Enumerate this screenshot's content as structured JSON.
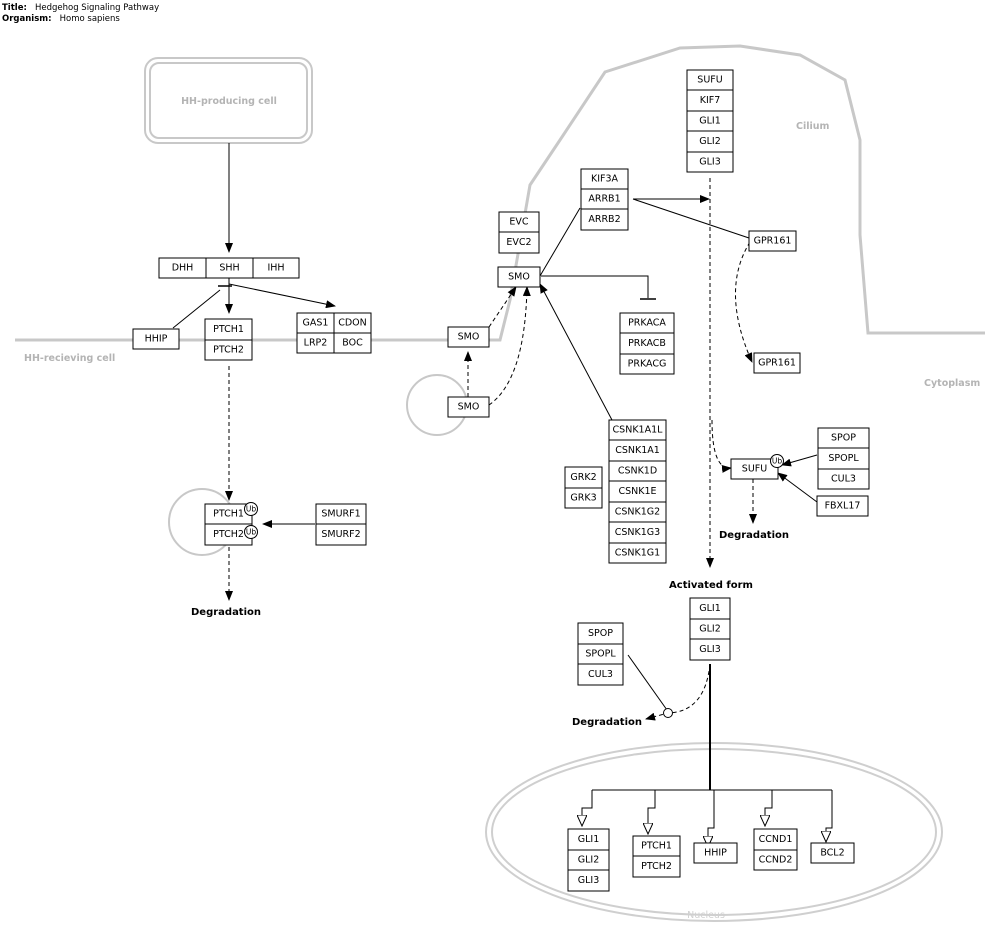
{
  "header": {
    "title_label": "Title:",
    "title_value": "Hedgehog Signaling Pathway",
    "organism_label": "Organism:",
    "organism_value": "Homo sapiens"
  },
  "compartments": {
    "producing_cell": "HH-producing cell",
    "receiving_cell": "HH-recieving cell",
    "cilium": "Cilium",
    "cytoplasm": "Cytoplasm",
    "nucleus": "Nucleus"
  },
  "annotations": {
    "degradation": "Degradation",
    "activated_form": "Activated form",
    "ub": "Ub"
  },
  "genes": {
    "dhh": "DHH",
    "shh": "SHH",
    "ihh": "IHH",
    "hhip": "HHIP",
    "ptch1": "PTCH1",
    "ptch2": "PTCH2",
    "gas1": "GAS1",
    "cdon": "CDON",
    "lrp2": "LRP2",
    "boc": "BOC",
    "smo": "SMO",
    "evc": "EVC",
    "evc2": "EVC2",
    "kif3a": "KIF3A",
    "arrb1": "ARRB1",
    "arrb2": "ARRB2",
    "sufu": "SUFU",
    "kif7": "KIF7",
    "gli1": "GLI1",
    "gli2": "GLI2",
    "gli3": "GLI3",
    "gpr161": "GPR161",
    "prkaca": "PRKACA",
    "prkacb": "PRKACB",
    "prkacg": "PRKACG",
    "csnk1a1l": "CSNK1A1L",
    "csnk1a1": "CSNK1A1",
    "csnk1d": "CSNK1D",
    "csnk1e": "CSNK1E",
    "csnk1g2": "CSNK1G2",
    "csnk1g3": "CSNK1G3",
    "csnk1g1": "CSNK1G1",
    "grk2": "GRK2",
    "grk3": "GRK3",
    "spop": "SPOP",
    "spopl": "SPOPL",
    "cul3": "CUL3",
    "fbxl17": "FBXL17",
    "smurf1": "SMURF1",
    "smurf2": "SMURF2",
    "ccnd1": "CCND1",
    "ccnd2": "CCND2",
    "bcl2": "BCL2"
  }
}
